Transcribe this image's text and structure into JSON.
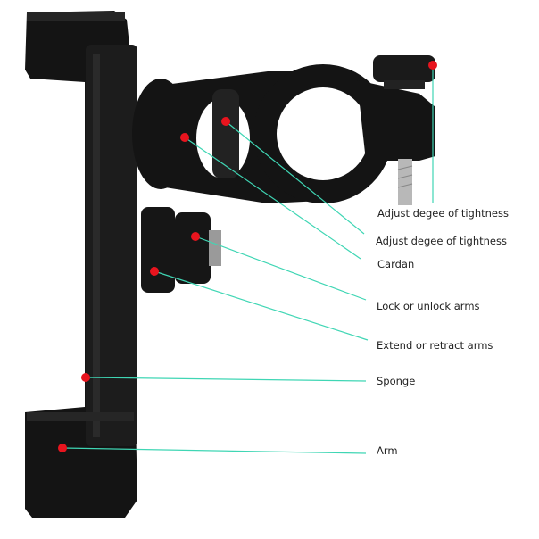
{
  "labels": [
    {
      "id": "tightness-top",
      "text": "Adjust degee of tightness"
    },
    {
      "id": "tightness-mid",
      "text": "Adjust degee of tightness"
    },
    {
      "id": "cardan",
      "text": "Cardan"
    },
    {
      "id": "lock",
      "text": "Lock or unlock arms"
    },
    {
      "id": "extend",
      "text": "Extend or retract arms"
    },
    {
      "id": "sponge",
      "text": "Sponge"
    },
    {
      "id": "arm",
      "text": "Arm"
    }
  ],
  "colors": {
    "dot": "#e8141e",
    "leader": "#3fd6b4",
    "product": "#141414"
  }
}
